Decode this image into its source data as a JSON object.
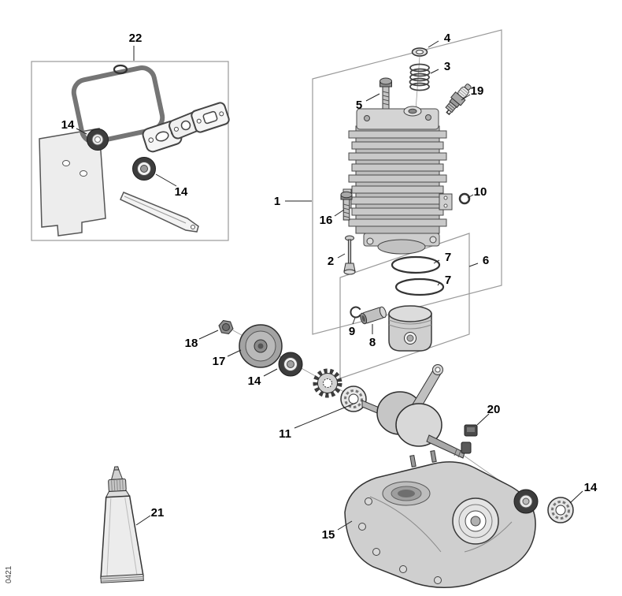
{
  "diagram": {
    "side_code": "0421",
    "callouts": {
      "n1": "1",
      "n2": "2",
      "n3": "3",
      "n4": "4",
      "n5": "5",
      "n6": "6",
      "n7a": "7",
      "n7b": "7",
      "n8": "8",
      "n9": "9",
      "n10": "10",
      "n11": "11",
      "n14a": "14",
      "n14b": "14",
      "n14c": "14",
      "n14d": "14",
      "n15": "15",
      "n16": "16",
      "n17": "17",
      "n18": "18",
      "n19": "19",
      "n20": "20",
      "n21": "21",
      "n22": "22"
    }
  }
}
